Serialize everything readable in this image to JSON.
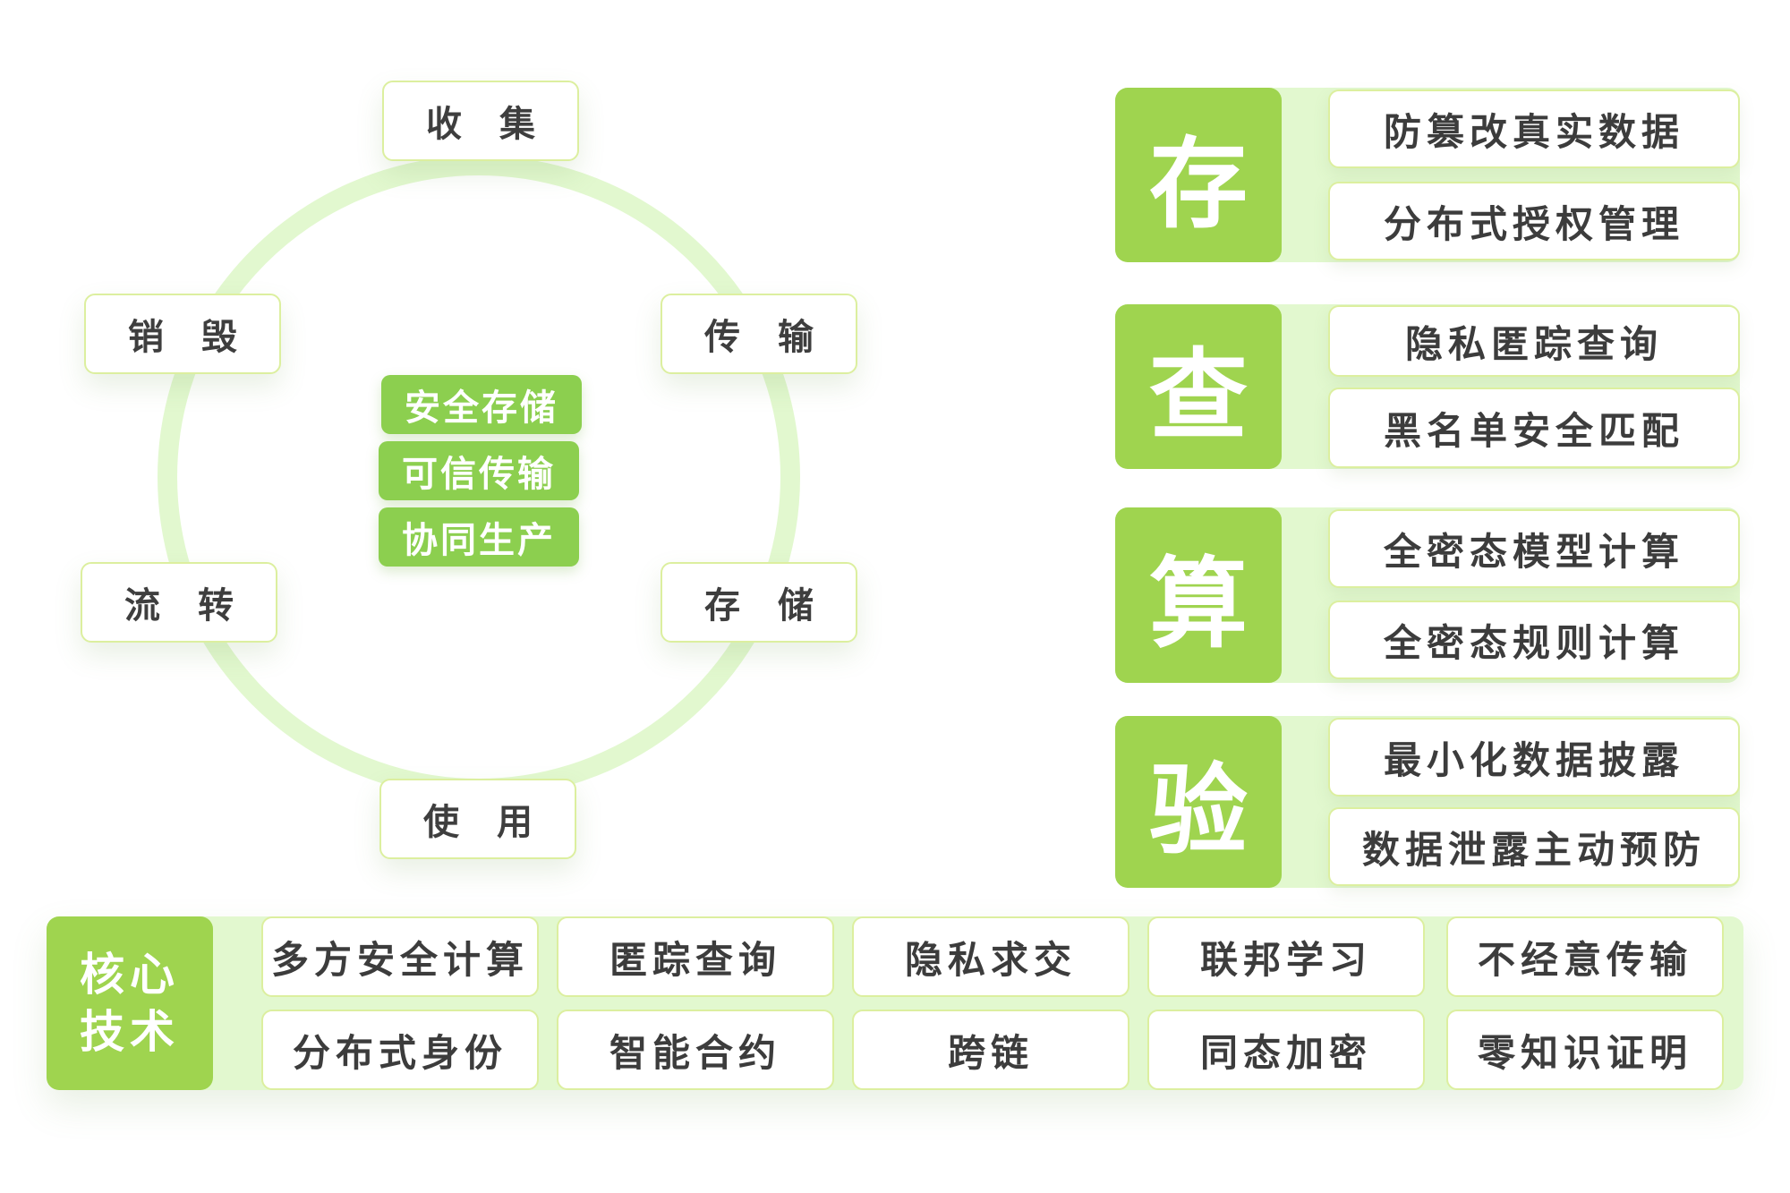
{
  "lifecycle": {
    "nodes": {
      "collect": "收 集",
      "transmit": "传 输",
      "store": "存 储",
      "use": "使 用",
      "circulate": "流 转",
      "destroy": "销 毁"
    },
    "center": [
      "安全存储",
      "可信传输",
      "协同生产"
    ]
  },
  "capabilities": [
    {
      "key": "存",
      "items": [
        "防篡改真实数据",
        "分布式授权管理"
      ]
    },
    {
      "key": "查",
      "items": [
        "隐私匿踪查询",
        "黑名单安全匹配"
      ]
    },
    {
      "key": "算",
      "items": [
        "全密态模型计算",
        "全密态规则计算"
      ]
    },
    {
      "key": "验",
      "items": [
        "最小化数据披露",
        "数据泄露主动预防"
      ]
    }
  ],
  "core_tech": {
    "label_line1": "核心",
    "label_line2": "技术",
    "row1": [
      "多方安全计算",
      "匿踪查询",
      "隐私求交",
      "联邦学习",
      "不经意传输"
    ],
    "row2": [
      "分布式身份",
      "智能合约",
      "跨链",
      "同态加密",
      "零知识证明"
    ]
  },
  "colors": {
    "accent": "#9fd44f",
    "light_band": "#e2f8cf",
    "node_border": "#dcef9f"
  }
}
